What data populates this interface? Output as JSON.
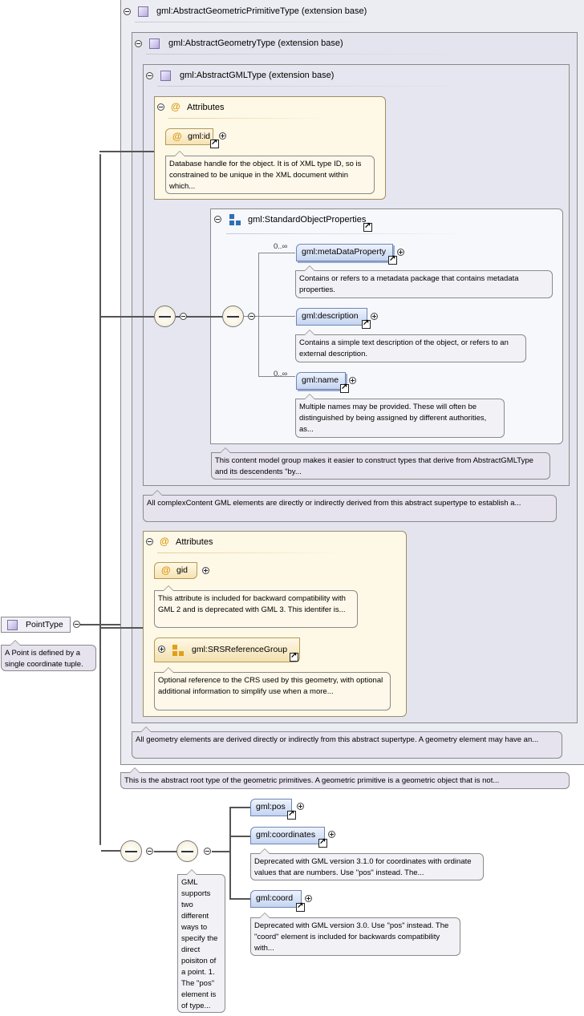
{
  "root": {
    "label": "PointType",
    "doc": "A Point is defined by a single coordinate tuple."
  },
  "primitive": {
    "title": "gml:AbstractGeometricPrimitiveType (extension base)",
    "doc": "This is the abstract root type of the geometric primitives. A geometric primitive is a geometric object that is not..."
  },
  "geometry": {
    "title": "gml:AbstractGeometryType (extension base)",
    "doc": "All geometry elements are derived directly or indirectly from this abstract supertype. A geometry element may have an..."
  },
  "gml_type": {
    "title": "gml:AbstractGMLType (extension base)",
    "doc": "All complexContent GML elements are directly or indirectly derived from this abstract supertype to establish a...",
    "attributes": {
      "title": "Attributes",
      "id_label": "gml:id",
      "id_doc": "Database handle for the object. It is of XML type ID, so is constrained to be unique in the XML document within which..."
    },
    "standard_props": {
      "title": "gml:StandardObjectProperties",
      "doc": "This content model group makes it easier to construct types that derive from AbstractGMLType and its descendents \"by...",
      "items": [
        {
          "label": "gml:metaDataProperty",
          "card": "0..∞",
          "doc": "Contains or refers to a metadata package that contains metadata properties."
        },
        {
          "label": "gml:description",
          "card": "",
          "doc": "Contains a simple text description of the object, or refers to an external description."
        },
        {
          "label": "gml:name",
          "card": "0..∞",
          "doc": "Multiple names may be provided. These will often be distinguished by being assigned by different authorities, as..."
        }
      ]
    }
  },
  "geometry_attributes": {
    "title": "Attributes",
    "gid_label": "gid",
    "gid_doc": "This attribute is included for backward compatibility with GML 2 and is deprecated with GML 3. This identifer is...",
    "srs_label": "gml:SRSReferenceGroup",
    "srs_doc": "Optional reference to the CRS used by this geometry, with optional additional information to simplify use when a more..."
  },
  "choice": {
    "doc": "GML supports two different ways to specify the direct poisiton of a point. 1. The \"pos\" element is of type...",
    "items": [
      {
        "label": "gml:pos",
        "doc": ""
      },
      {
        "label": "gml:coordinates",
        "doc": "Deprecated with GML version 3.1.0 for coordinates with ordinate values that are numbers. Use \"pos\" instead. The..."
      },
      {
        "label": "gml:coord",
        "doc": "Deprecated with GML version 3.0. Use \"pos\" instead. The \"coord\" element is included for backwards compatibility with..."
      }
    ]
  },
  "colors": {
    "element_fill": "#c4d4f0",
    "attribute_fill": "#f6e3b2",
    "panel_fill": "#ececf3"
  }
}
